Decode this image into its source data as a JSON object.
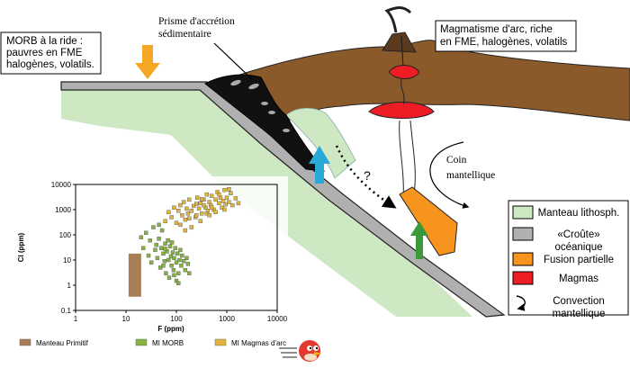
{
  "labels": {
    "morb_box": [
      "MORB à la ride :",
      "pauvres en FME",
      "halogènes, volatils."
    ],
    "prisme": [
      "Prisme d'accrétion",
      "sédimentaire"
    ],
    "magmatisme_box": [
      "Magmatisme d'arc, riche",
      "en FME, halogènes, volatils"
    ],
    "coin": [
      "Coin",
      "mantellique"
    ],
    "question": "?"
  },
  "legend": [
    {
      "label": [
        "Manteau lithosph."
      ],
      "color": "#cfe8c4",
      "kind": "swatch"
    },
    {
      "label": [
        "«Croûte»",
        "océanique"
      ],
      "color": "#b0b0b0",
      "kind": "swatch"
    },
    {
      "label": [
        "Fusion partielle"
      ],
      "color": "#f7941d",
      "kind": "swatch"
    },
    {
      "label": [
        "Magmas"
      ],
      "color": "#ee1c24",
      "kind": "swatch"
    },
    {
      "label": [
        "Convection",
        "mantellique"
      ],
      "color": "#000000",
      "kind": "arrow"
    }
  ],
  "chart_data": {
    "type": "scatter",
    "xlabel": "F (ppm)",
    "ylabel": "Cl (ppm)",
    "xscale": "log",
    "yscale": "log",
    "xlim": [
      1,
      10000
    ],
    "ylim": [
      0.1,
      10000
    ],
    "xticks": [
      "1",
      "10",
      "100",
      "1000",
      "10000"
    ],
    "yticks": [
      "0.1",
      "1",
      "10",
      "100",
      "1000",
      "10000"
    ],
    "series": [
      {
        "name": "Manteau Primitif",
        "color": "#a87e55",
        "kind": "range-bar",
        "x": 15,
        "ymin": 0.35,
        "ymax": 18
      },
      {
        "name": "MI MORB",
        "color": "#86b341",
        "points": [
          [
            20,
            80
          ],
          [
            22,
            30
          ],
          [
            25,
            120
          ],
          [
            28,
            15
          ],
          [
            30,
            60
          ],
          [
            32,
            8
          ],
          [
            35,
            200
          ],
          [
            38,
            25
          ],
          [
            40,
            40
          ],
          [
            42,
            12
          ],
          [
            45,
            70
          ],
          [
            48,
            5
          ],
          [
            50,
            30
          ],
          [
            52,
            150
          ],
          [
            55,
            18
          ],
          [
            58,
            9
          ],
          [
            60,
            45
          ],
          [
            62,
            3
          ],
          [
            65,
            22
          ],
          [
            68,
            60
          ],
          [
            70,
            10
          ],
          [
            72,
            2
          ],
          [
            75,
            35
          ],
          [
            78,
            14
          ],
          [
            80,
            6
          ],
          [
            82,
            50
          ],
          [
            85,
            20
          ],
          [
            88,
            4
          ],
          [
            90,
            12
          ],
          [
            95,
            30
          ],
          [
            100,
            8
          ],
          [
            105,
            18
          ],
          [
            110,
            3
          ],
          [
            115,
            10
          ],
          [
            120,
            25
          ],
          [
            125,
            6
          ],
          [
            130,
            15
          ],
          [
            140,
            9
          ],
          [
            150,
            4
          ],
          [
            160,
            12
          ],
          [
            170,
            7
          ],
          [
            180,
            3
          ],
          [
            45,
            250
          ],
          [
            55,
            6
          ],
          [
            60,
            28
          ],
          [
            100,
            1.5
          ],
          [
            110,
            1.2
          ],
          [
            90,
            2.5
          ]
        ]
      },
      {
        "name": "MI Magmas d'arc",
        "color": "#e0b53c",
        "points": [
          [
            60,
            350
          ],
          [
            70,
            800
          ],
          [
            80,
            500
          ],
          [
            90,
            1200
          ],
          [
            100,
            300
          ],
          [
            110,
            900
          ],
          [
            120,
            1500
          ],
          [
            130,
            600
          ],
          [
            140,
            2000
          ],
          [
            150,
            400
          ],
          [
            160,
            1100
          ],
          [
            170,
            700
          ],
          [
            180,
            2500
          ],
          [
            200,
            900
          ],
          [
            220,
            1400
          ],
          [
            240,
            500
          ],
          [
            260,
            3000
          ],
          [
            280,
            1100
          ],
          [
            300,
            1800
          ],
          [
            320,
            700
          ],
          [
            350,
            2500
          ],
          [
            380,
            1200
          ],
          [
            400,
            4000
          ],
          [
            420,
            900
          ],
          [
            450,
            2000
          ],
          [
            480,
            1500
          ],
          [
            500,
            3500
          ],
          [
            550,
            1000
          ],
          [
            600,
            2500
          ],
          [
            650,
            5000
          ],
          [
            700,
            1800
          ],
          [
            750,
            3000
          ],
          [
            800,
            1200
          ],
          [
            850,
            2200
          ],
          [
            900,
            6000
          ],
          [
            950,
            1600
          ],
          [
            1000,
            3000
          ],
          [
            1100,
            2000
          ],
          [
            1200,
            4500
          ],
          [
            1300,
            1500
          ],
          [
            1500,
            2800
          ],
          [
            1700,
            1800
          ],
          [
            200,
            200
          ],
          [
            250,
            600
          ],
          [
            300,
            350
          ],
          [
            150,
            150
          ],
          [
            400,
            700
          ],
          [
            600,
            800
          ],
          [
            120,
            250
          ],
          [
            180,
            450
          ],
          [
            350,
            1500
          ],
          [
            450,
            600
          ],
          [
            700,
            4000
          ],
          [
            900,
            1000
          ],
          [
            1100,
            6500
          ],
          [
            250,
            1700
          ],
          [
            500,
            1200
          ],
          [
            320,
            2600
          ]
        ]
      }
    ],
    "legend": [
      "Manteau Primitif",
      "MI MORB",
      "MI Magmas d'arc"
    ]
  }
}
